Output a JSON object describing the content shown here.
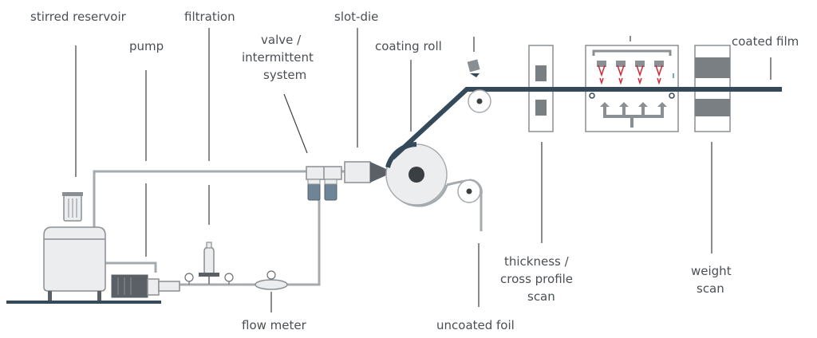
{
  "labels": {
    "stirred_reservoir": "stirred reservoir",
    "pump": "pump",
    "filtration": "filtration",
    "valve_line1": "valve /",
    "valve_line2": "intermittent",
    "valve_line3": "system",
    "slot_die": "slot-die",
    "coating_roll": "coating roll",
    "coated_film": "coated film",
    "thickness_line1": "thickness /",
    "thickness_line2": "cross profile",
    "thickness_line3": "scan",
    "weight_line1": "weight",
    "weight_line2": "scan",
    "flow_meter": "flow meter",
    "uncoated_foil": "uncoated foil"
  },
  "colors": {
    "film": "#34495a",
    "pipe": "#a5aaae",
    "equipment_fill": "#ecedee",
    "equipment_stroke": "#8a8f94",
    "dark_block": "#5a6066",
    "heater_red": "#d0283a",
    "text": "#4a4f54",
    "leader": "#3a3f44"
  }
}
